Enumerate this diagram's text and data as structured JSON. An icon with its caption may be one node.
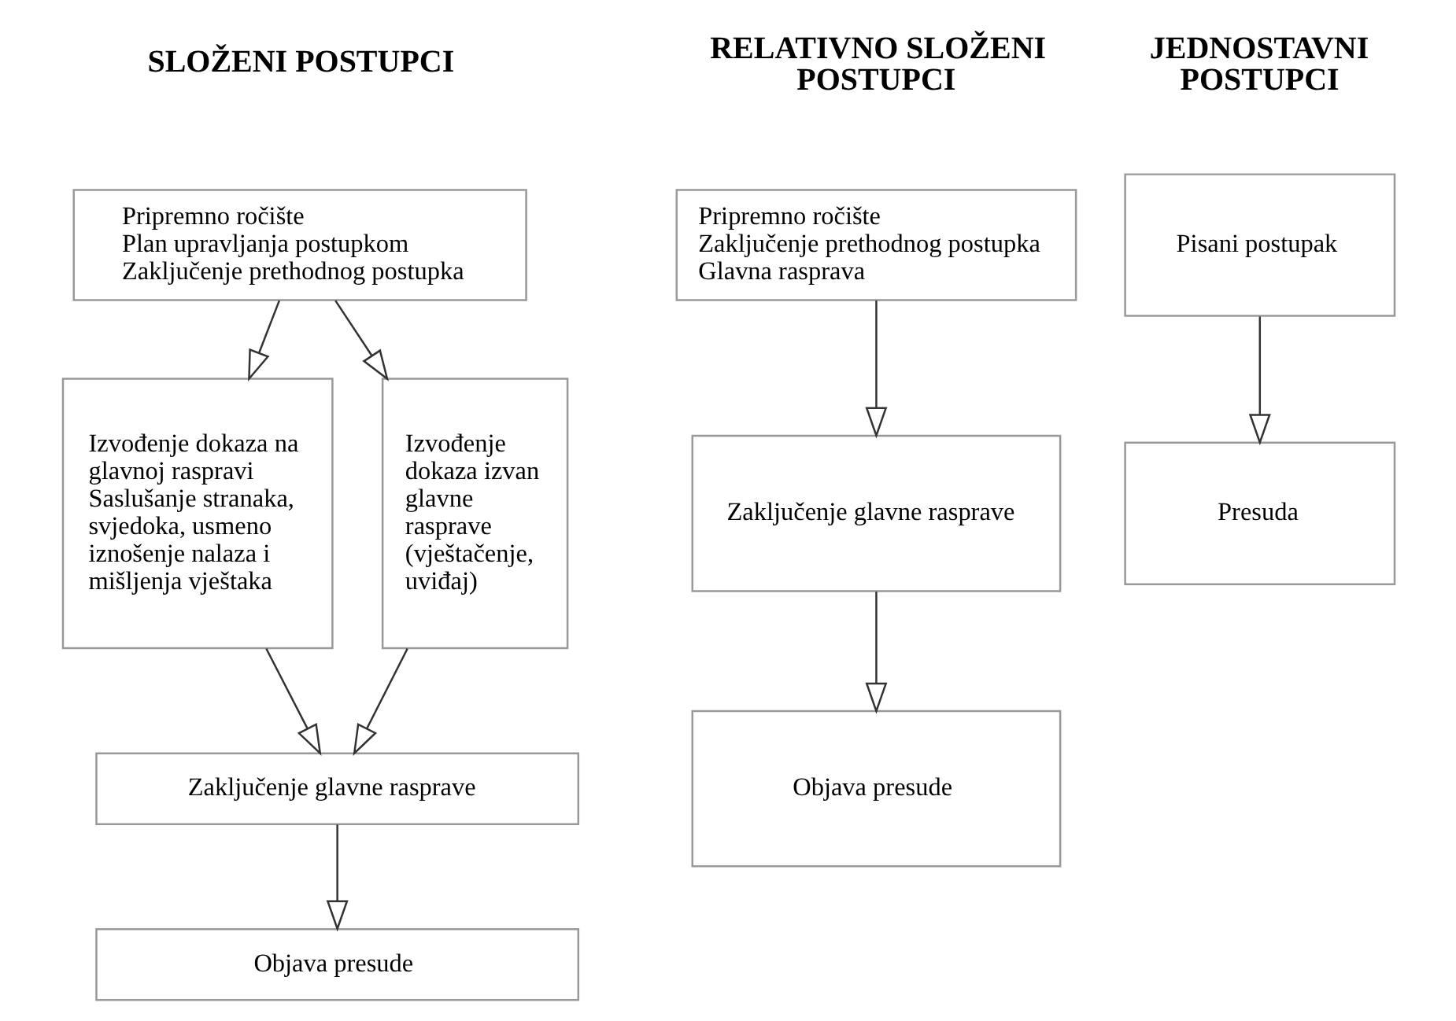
{
  "diagram": {
    "nodes": [
      {
        "text": [
          "Pripremno ročište",
          "Plan upravljanja postupkom",
          "Zaključenje prethodnog postupka"
        ]
      },
      {
        "text": [
          "Izvođenje dokaza na glavnoj raspravi",
          "Saslušanje stranaka, svjedoka, usmeno iznošenje nalaza i mišljenja vještaka"
        ]
      },
      {
        "text": [
          "Izvođenje dokaza izvan glavne rasprave (vještačenje, uviđaj)"
        ]
      },
      {
        "text": [
          "Zaključenje glavne rasprave"
        ]
      },
      {
        "text": [
          "Objava presude"
        ]
      },
      {
        "text": [
          "Pripremno ročište",
          "Zaključenje prethodnog postupka",
          "Glavna rasprava"
        ]
      },
      {
        "text": [
          "Zaključenje glavne rasprave"
        ]
      },
      {
        "text": [
          "Objava presude"
        ]
      },
      {
        "text": [
          "Pisani postupak"
        ]
      },
      {
        "text": [
          "Presuda"
        ]
      }
    ],
    "edges": [
      {
        "from": 0,
        "to": 1,
        "arrow": "to"
      },
      {
        "from": 0,
        "to": 2,
        "arrow": "to"
      },
      {
        "from": 1,
        "to": 3,
        "arrow": "to"
      },
      {
        "from": 2,
        "to": 3,
        "arrow": "to"
      },
      {
        "from": 3,
        "to": 4,
        "arrow": "to"
      },
      {
        "from": 5,
        "to": 6,
        "arrow": "to"
      },
      {
        "from": 6,
        "to": 7,
        "arrow": "to"
      },
      {
        "from": 8,
        "to": 9,
        "arrow": "to"
      }
    ],
    "labels": [
      "SLOŽENI POSTUPCI",
      "RELATIVNO SLOŽENI POSTUPCI",
      "JEDNOSTAVNI POSTUPCI"
    ]
  }
}
